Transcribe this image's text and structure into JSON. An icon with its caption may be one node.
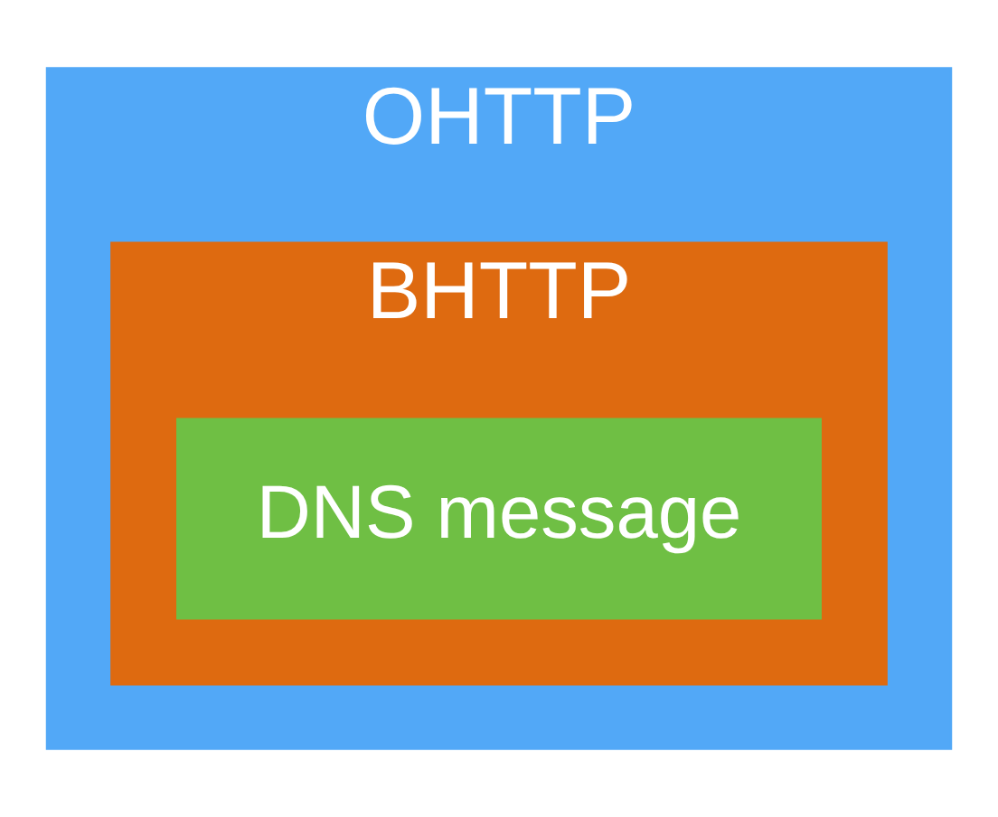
{
  "diagram": {
    "nodes": [
      {
        "text": [
          "OHTTP"
        ]
      },
      {
        "text": [
          "BHTTP"
        ],
        "in": 0
      },
      {
        "text": [
          "DNS message"
        ],
        "in": 1
      }
    ]
  }
}
